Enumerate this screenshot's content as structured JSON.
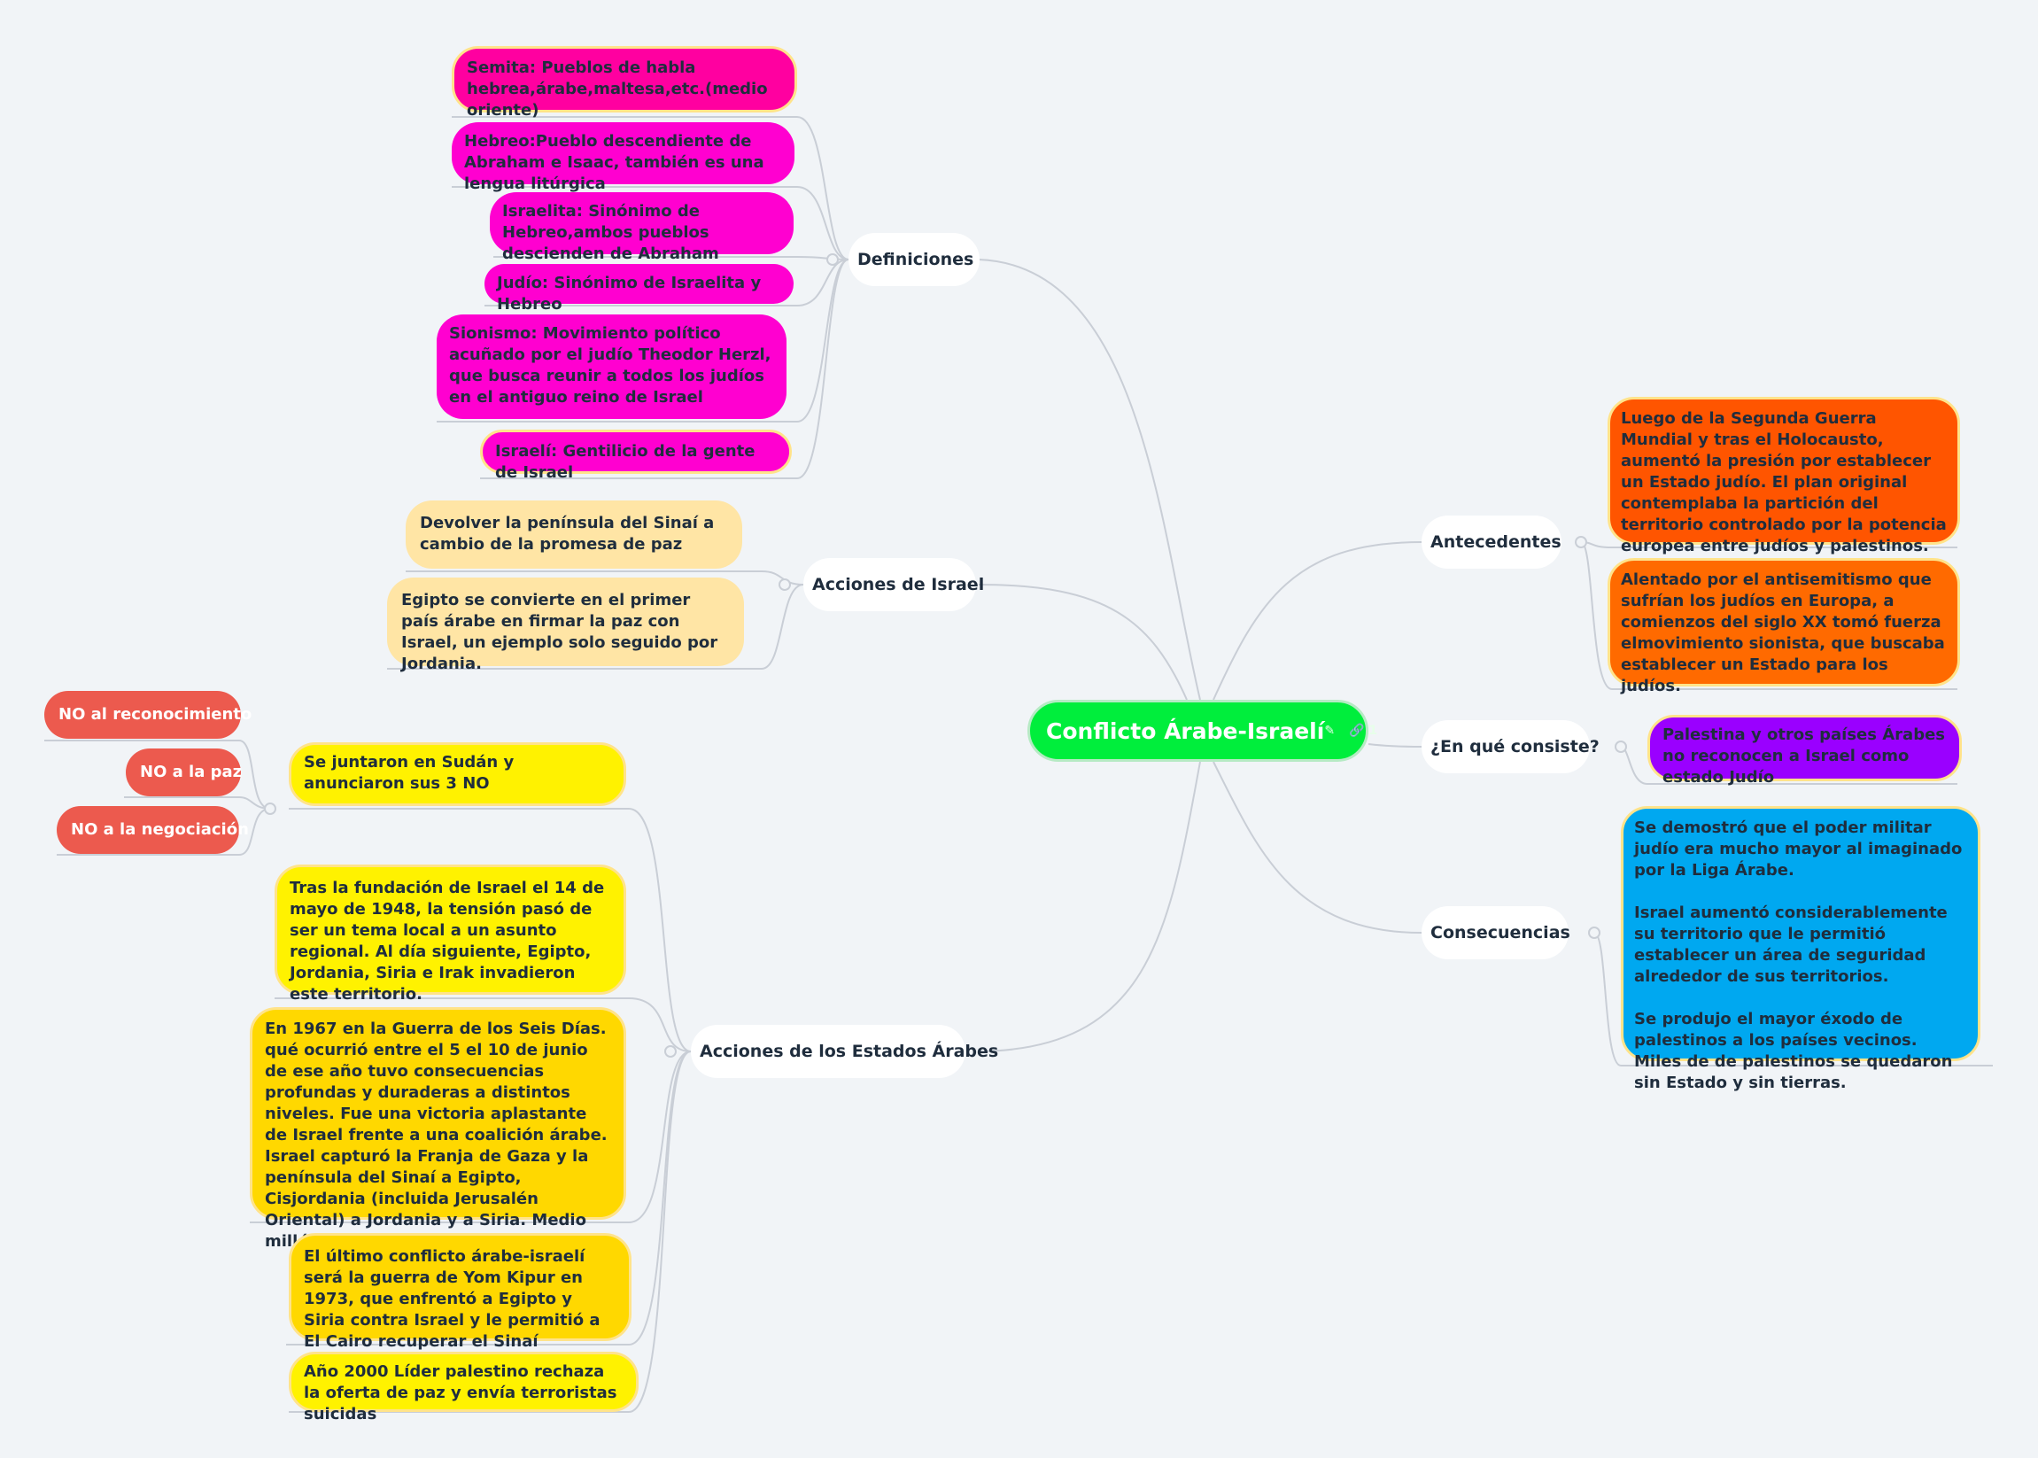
{
  "colors": {
    "center": "#00ee3c",
    "definitions": "#ff00d0",
    "israel_actions": "#ffe5a5",
    "arab_actions": "#fff200",
    "three_no": "#ec5a4e",
    "background": "#ff5500",
    "consists": "#9a00ff",
    "consequences": "#00a8f0"
  },
  "center": {
    "title": "Conflicto Árabe-Israelí",
    "icons": [
      "notes-icon",
      "link-icon"
    ],
    "link_count": "1"
  },
  "topics": {
    "definiciones": "Definiciones",
    "acciones_israel": "Acciones de Israel",
    "acciones_arabes": "Acciones de los Estados Árabes",
    "antecedentes": "Antecedentes",
    "consiste": "¿En qué consiste?",
    "consecuencias": "Consecuencias"
  },
  "definitions": [
    "Semita: Pueblos de habla hebrea,árabe,maltesa,etc.(medio oriente)",
    "Hebreo:Pueblo descendiente de Abraham e Isaac, también es una lengua litúrgica",
    "Israelita: Sinónimo de Hebreo,ambos pueblos descienden de Abraham",
    "Judío: Sinónimo de Israelita y Hebreo",
    "Sionismo: Movimiento político acuñado por el judío Theodor Herzl, que busca reunir a todos los judíos en el antiguo reino de Israel",
    "Israelí: Gentilicio de la gente de Israel"
  ],
  "israel_actions": [
    "Devolver la península del Sinaí a cambio de la promesa de paz",
    "Egipto se convierte en el primer país árabe en firmar la paz con Israel, un ejemplo solo seguido por Jordania."
  ],
  "arab_actions": [
    "Se juntaron en Sudán y anunciaron sus 3 NO",
    "Tras la fundación de Israel el 14 de mayo de 1948, la tensión pasó de ser un tema local a un asunto regional. Al día siguiente, Egipto, Jordania, Siria e Irak invadieron este territorio.",
    "En 1967 en la Guerra de los Seis Días. qué ocurrió entre el 5 el 10 de junio de ese año tuvo consecuencias profundas y duraderas a distintos niveles. Fue una victoria aplastante de Israel frente a una coalición árabe. Israel capturó la Franja de Gaza y la península del Sinaí a Egipto, Cisjordania (incluida Jerusalén Oriental) a Jordania y  a Siria. Medio millón de palestinos huyeron.",
    "El último conflicto árabe-israelí será la guerra de Yom Kipur en 1973, que enfrentó a Egipto y Siria contra Israel y le permitió a El Cairo recuperar el Sinaí",
    "Año 2000 Líder palestino rechaza la oferta de paz y envía terroristas suicidas"
  ],
  "three_no": [
    "NO al reconocimiento",
    "NO a la paz",
    "NO a la negociación"
  ],
  "antecedentes": [
    "Luego de la Segunda Guerra Mundial y tras el Holocausto, aumentó la presión por establecer un Estado judío. El plan original contemplaba la partición del territorio controlado por la potencia europea entre judíos y palestinos.",
    "Alentado por el antisemitismo que sufrían los judíos en Europa, a comienzos del siglo XX tomó fuerza elmovimiento sionista, que buscaba establecer un Estado para los judíos."
  ],
  "consiste": "Palestina y otros países Árabes no reconocen a Israel como estado Judío",
  "consecuencias": "Se demostró que el poder militar judío era mucho mayor al imaginado por la Liga Árabe.\n\nIsrael aumentó considerablemente su territorio que le permitió establecer un área de seguridad alrededor de sus territorios.\n\nSe produjo el mayor éxodo de palestinos a los países vecinos. Miles de de palestinos se quedaron sin Estado y sin tierras."
}
